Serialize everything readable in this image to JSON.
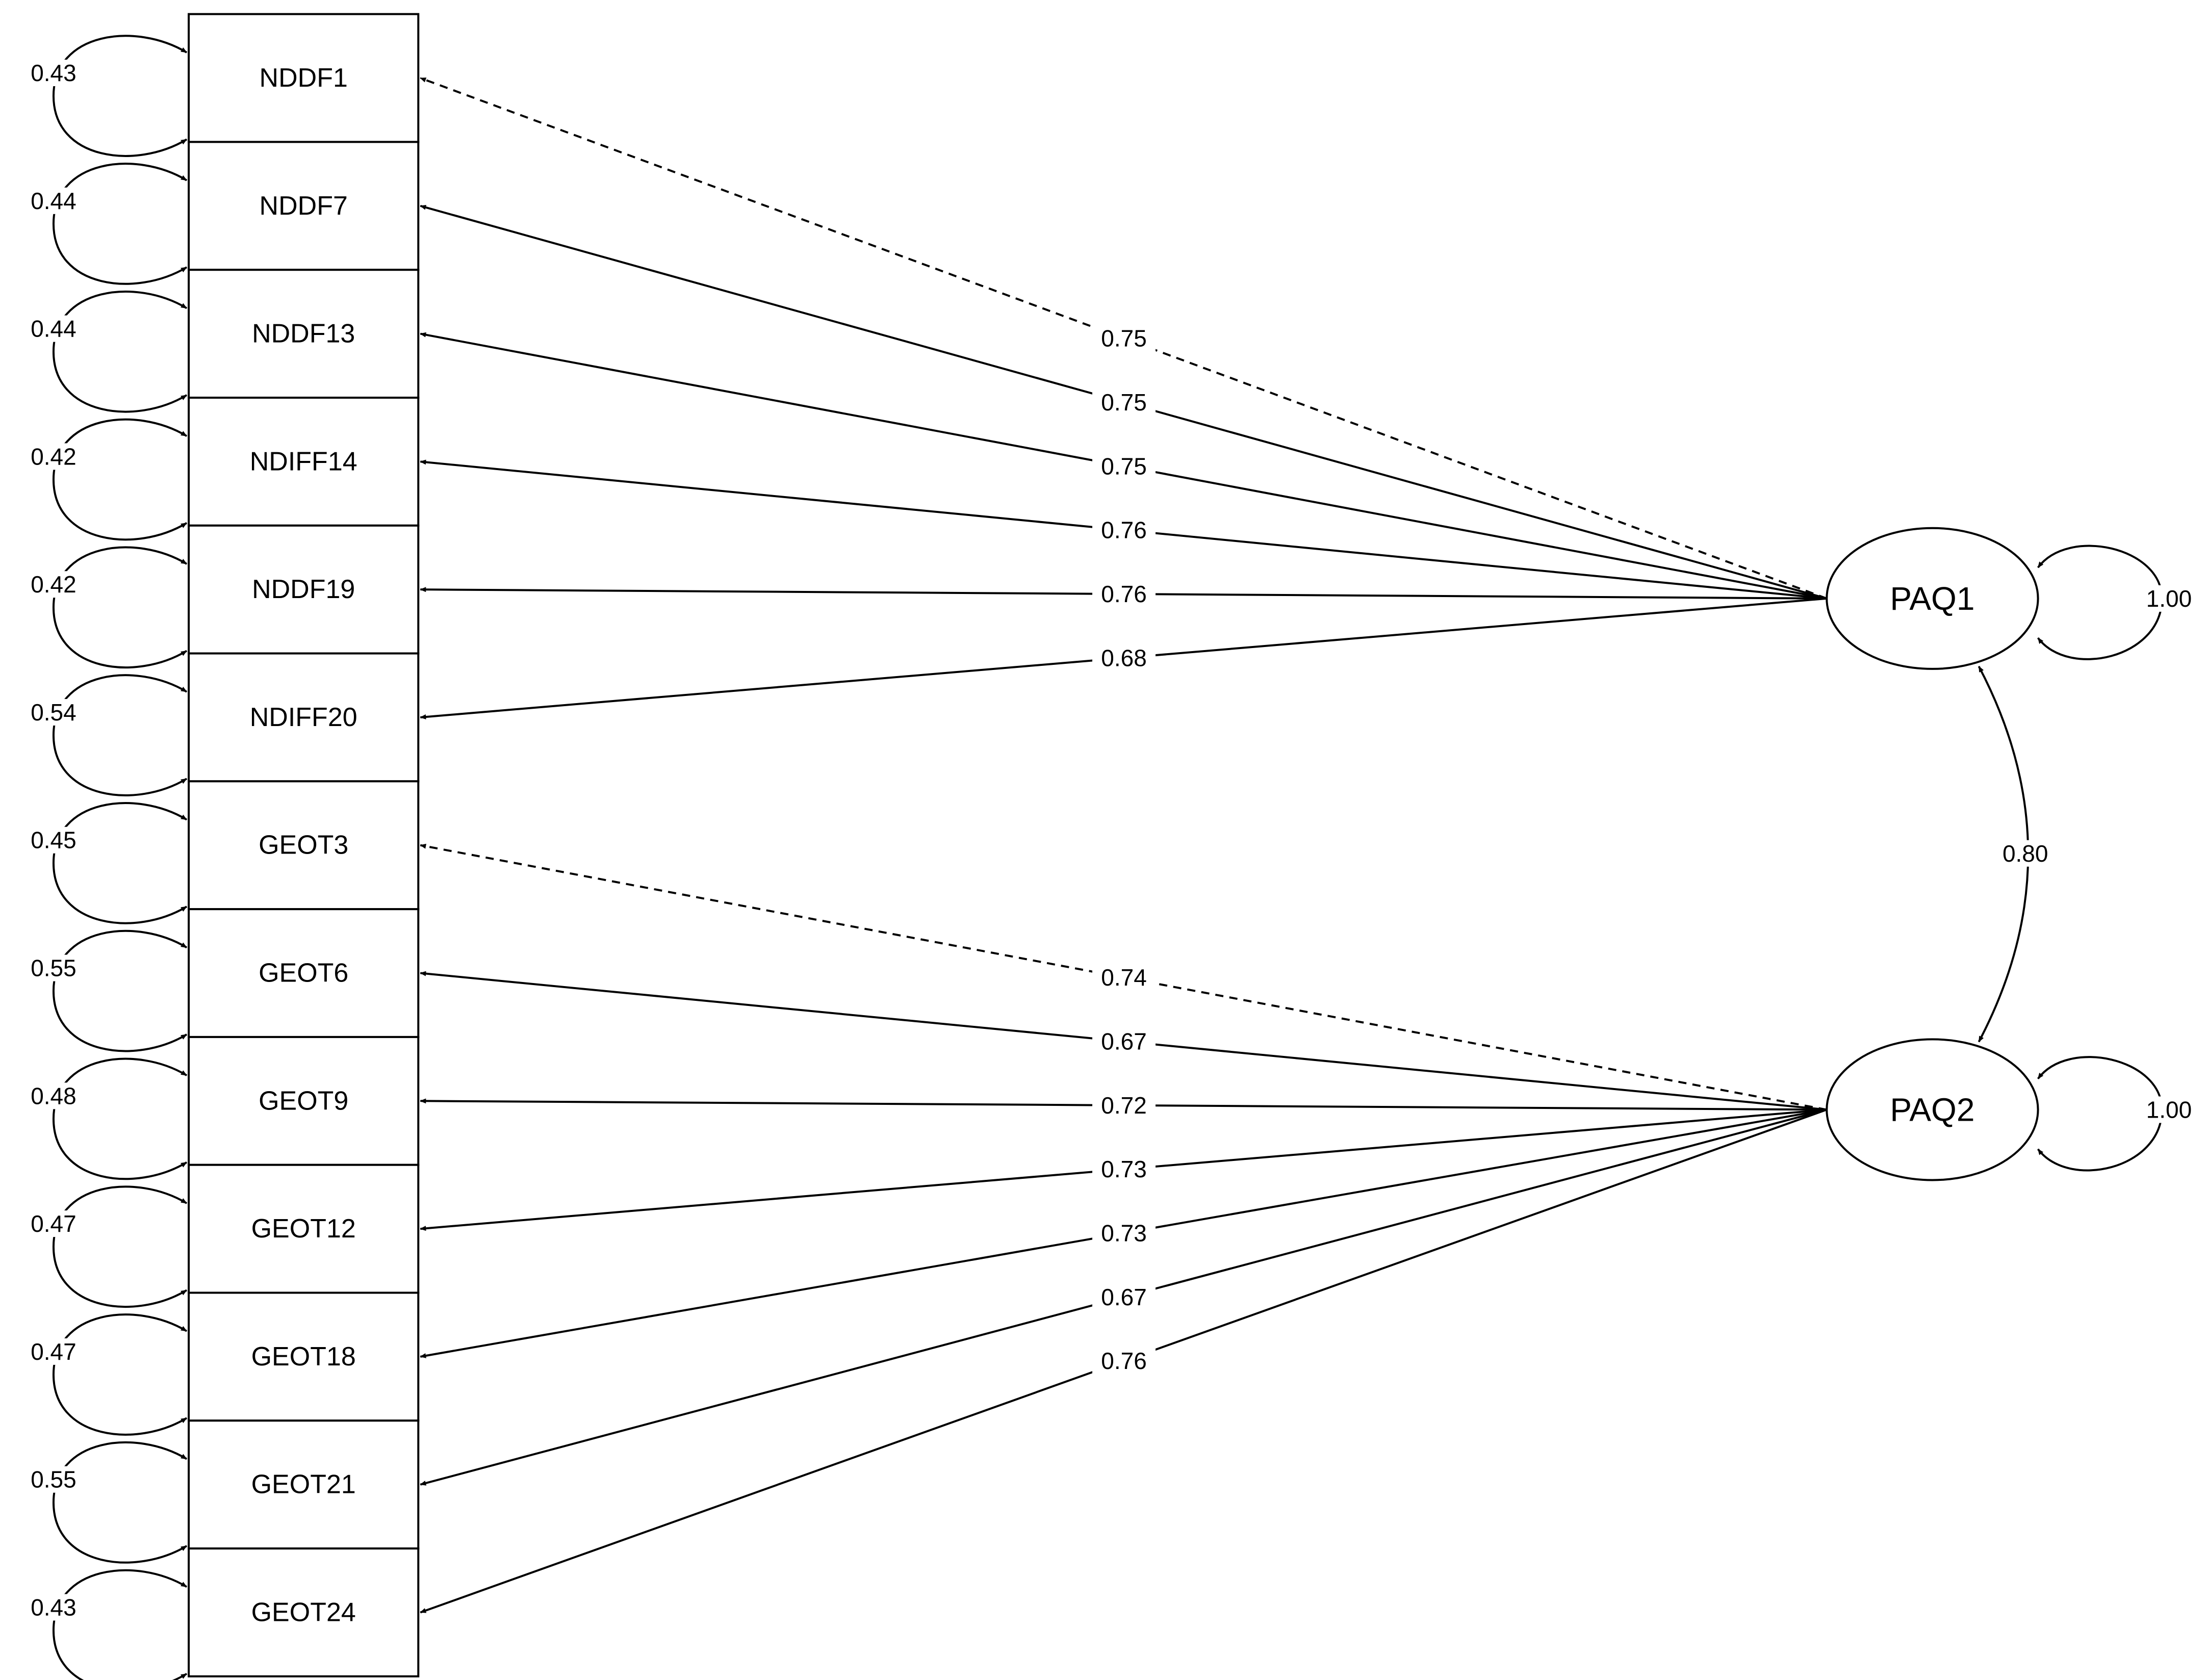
{
  "observed": [
    {
      "id": "NDDF1",
      "residual": "0.43"
    },
    {
      "id": "NDDF7",
      "residual": "0.44"
    },
    {
      "id": "NDDF13",
      "residual": "0.44"
    },
    {
      "id": "NDIFF14",
      "residual": "0.42"
    },
    {
      "id": "NDDF19",
      "residual": "0.42"
    },
    {
      "id": "NDIFF20",
      "residual": "0.54"
    },
    {
      "id": "GEOT3",
      "residual": "0.45"
    },
    {
      "id": "GEOT6",
      "residual": "0.55"
    },
    {
      "id": "GEOT9",
      "residual": "0.48"
    },
    {
      "id": "GEOT12",
      "residual": "0.47"
    },
    {
      "id": "GEOT18",
      "residual": "0.47"
    },
    {
      "id": "GEOT21",
      "residual": "0.55"
    },
    {
      "id": "GEOT24",
      "residual": "0.43"
    }
  ],
  "latent": [
    {
      "id": "PAQ1",
      "variance": "1.00"
    },
    {
      "id": "PAQ2",
      "variance": "1.00"
    }
  ],
  "loadings": [
    {
      "from": "PAQ1",
      "to": "NDDF1",
      "value": "0.75",
      "fixed": true
    },
    {
      "from": "PAQ1",
      "to": "NDDF7",
      "value": "0.75",
      "fixed": false
    },
    {
      "from": "PAQ1",
      "to": "NDDF13",
      "value": "0.75",
      "fixed": false
    },
    {
      "from": "PAQ1",
      "to": "NDIFF14",
      "value": "0.76",
      "fixed": false
    },
    {
      "from": "PAQ1",
      "to": "NDDF19",
      "value": "0.76",
      "fixed": false
    },
    {
      "from": "PAQ1",
      "to": "NDIFF20",
      "value": "0.68",
      "fixed": false
    },
    {
      "from": "PAQ2",
      "to": "GEOT3",
      "value": "0.74",
      "fixed": true
    },
    {
      "from": "PAQ2",
      "to": "GEOT6",
      "value": "0.67",
      "fixed": false
    },
    {
      "from": "PAQ2",
      "to": "GEOT9",
      "value": "0.72",
      "fixed": false
    },
    {
      "from": "PAQ2",
      "to": "GEOT12",
      "value": "0.73",
      "fixed": false
    },
    {
      "from": "PAQ2",
      "to": "GEOT18",
      "value": "0.73",
      "fixed": false
    },
    {
      "from": "PAQ2",
      "to": "GEOT21",
      "value": "0.67",
      "fixed": false
    },
    {
      "from": "PAQ2",
      "to": "GEOT24",
      "value": "0.76",
      "fixed": false
    }
  ],
  "covariance": {
    "from": "PAQ1",
    "to": "PAQ2",
    "value": "0.80"
  },
  "colors": {
    "stroke": "#000000",
    "background": "#ffffff"
  }
}
